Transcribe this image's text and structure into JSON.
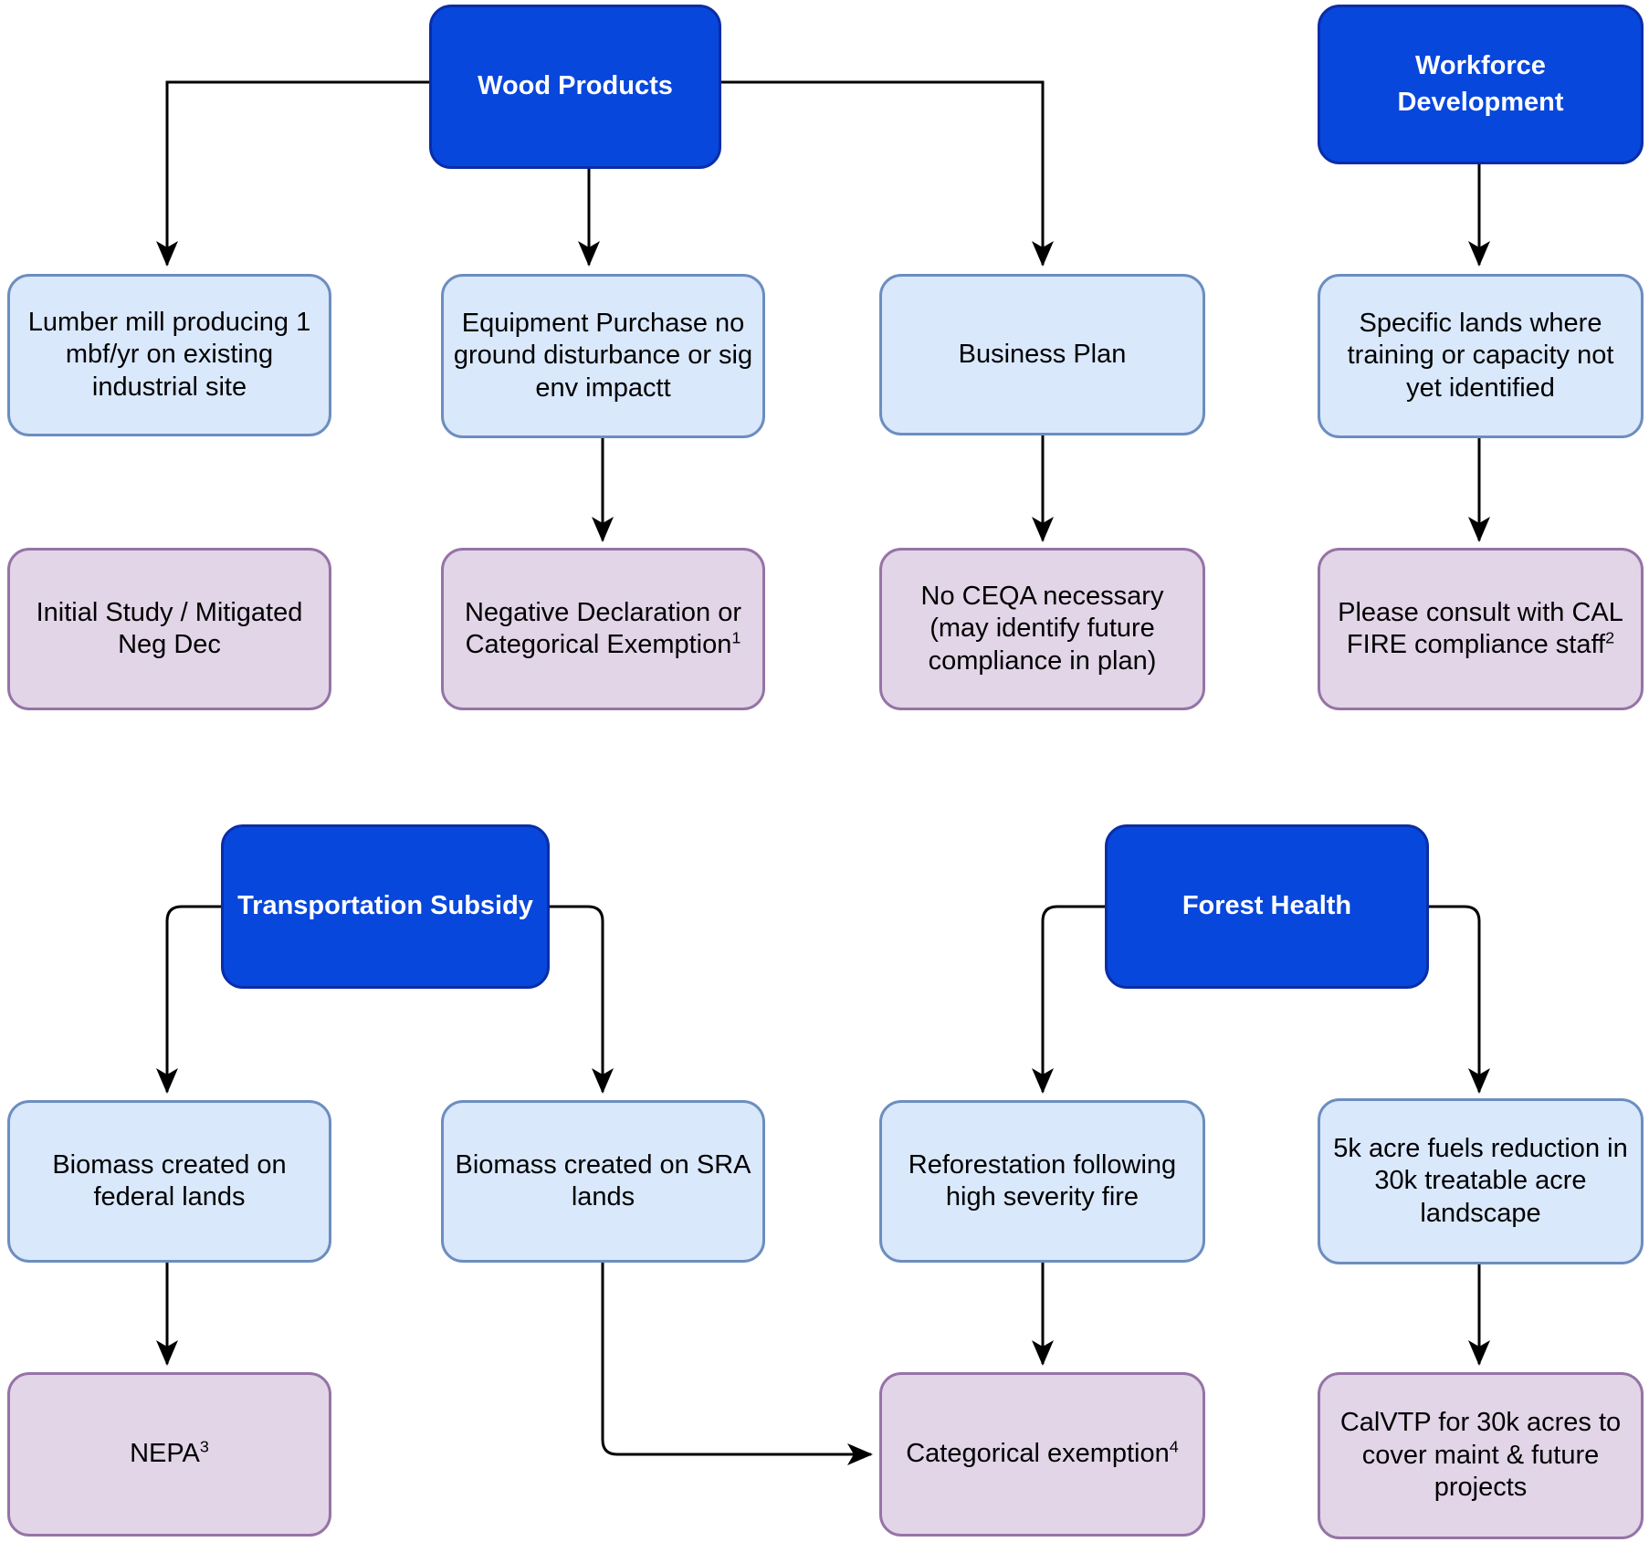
{
  "diagram_title": "CEQA compliance flowchart",
  "colors": {
    "header_fill": "#0847DB",
    "header_border": "#0A2DA8",
    "header_text": "#FFFFFF",
    "process_fill": "#DAE8FC",
    "process_border": "#6C8EBF",
    "outcome_fill": "#E1D5E7",
    "outcome_border": "#9673A6",
    "connector": "#000000"
  },
  "nodes": {
    "wood_products": {
      "label": "Wood Products"
    },
    "workforce_development": {
      "label": "Workforce Development"
    },
    "lumber_mill": {
      "text": "Lumber mill producing 1 mbf/yr on existing industrial site"
    },
    "equipment_purchase": {
      "text": "Equipment Purchase no ground disturbance or sig env impactt"
    },
    "business_plan": {
      "text": "Business Plan"
    },
    "specific_lands": {
      "text": "Specific lands where training or capacity not yet identified"
    },
    "initial_study": {
      "text": "Initial Study / Mitigated Neg Dec"
    },
    "negative_declaration": {
      "text": "Negative Declaration or Categorical Exemption",
      "sup": "1"
    },
    "no_ceqa": {
      "text": "No CEQA necessary (may identify future compliance in plan)"
    },
    "cal_fire_consult": {
      "text": "Please consult with CAL FIRE compliance staff",
      "sup": "2"
    },
    "transportation_subsidy": {
      "label": "Transportation Subsidy"
    },
    "forest_health": {
      "label": "Forest Health"
    },
    "biomass_federal": {
      "text": "Biomass created on federal lands"
    },
    "biomass_sra": {
      "text": "Biomass created on SRA lands"
    },
    "reforestation": {
      "text": "Reforestation following high severity fire"
    },
    "fuels_reduction": {
      "text": "5k acre fuels reduction in 30k treatable acre landscape"
    },
    "nepa": {
      "text": "NEPA",
      "sup": "3"
    },
    "categorical_exemption": {
      "text": "Categorical exemption",
      "sup": "4"
    },
    "calvtp": {
      "text": "CalVTP for 30k acres to cover maint & future projects"
    }
  }
}
